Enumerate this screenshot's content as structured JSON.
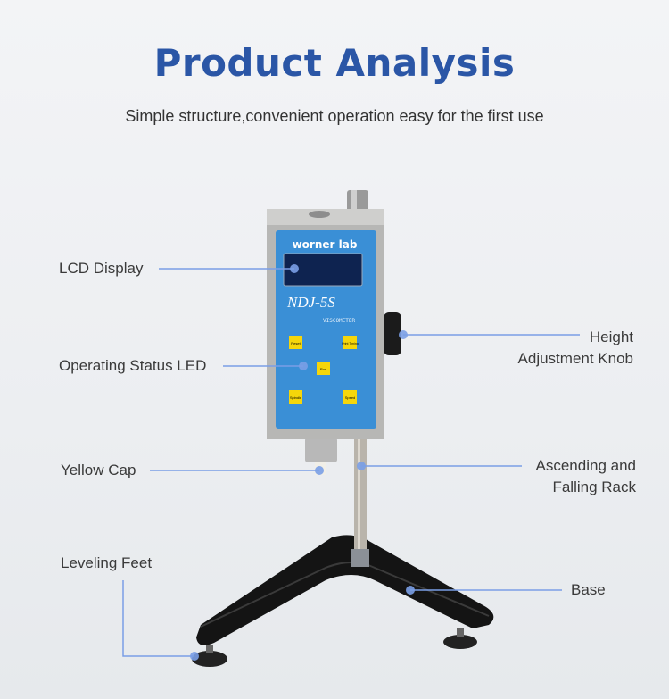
{
  "header": {
    "title": "Product Analysis",
    "subtitle": "Simple structure,convenient operation easy for the first use"
  },
  "device": {
    "brand": "worner lab",
    "model": "NDJ-5S",
    "type": "VISCOMETER",
    "buttons": [
      "Reset",
      "Print Timing",
      "Run",
      "Spindle",
      "Speed"
    ]
  },
  "callouts": {
    "lcd_display": "LCD Display",
    "status_led": "Operating Status LED",
    "yellow_cap": "Yellow Cap",
    "leveling_feet": "Leveling Feet",
    "height_knob_line1": "Height",
    "height_knob_line2": "Adjustment Knob",
    "rack_line1": "Ascending and",
    "rack_line2": "Falling Rack",
    "base": "Base"
  },
  "colors": {
    "title": "#2b56a6",
    "callout_line": "#7a9ee6",
    "panel_blue": "#3a8fd6",
    "button_yellow": "#f5d60a"
  }
}
